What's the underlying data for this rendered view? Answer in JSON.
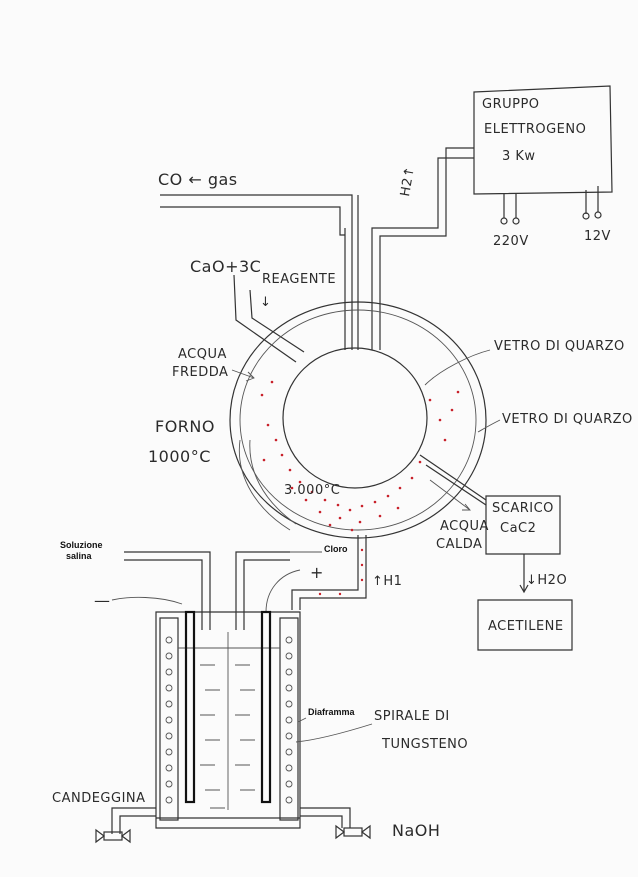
{
  "labels": {
    "co_gas": "CO ← gas",
    "h2": "H2↑",
    "generator_line1": "GRUPPO",
    "generator_line2": "ELETTROGENO",
    "generator_line3": "3 Kw",
    "volt_220": "220V",
    "volt_12": "12V",
    "cao_3c": "CaO+3C",
    "reagente": "REAGENTE",
    "reagente_arrow": "↓",
    "acqua_fredda_1": "ACQUA",
    "acqua_fredda_2": "FREDDA",
    "vetro_quarzo_inner": "VETRO DI QUARZO",
    "vetro_quarzo_outer": "VETRO DI QUARZO",
    "forno_1": "FORNO",
    "forno_2": "1000°C",
    "temp_3000": "3.000°C",
    "scarico_1": "SCARICO",
    "scarico_2": "CaC2",
    "acqua_calda_1": "ACQUA",
    "acqua_calda_2": "CALDA",
    "h2o": "↓H2O",
    "acetilene": "ACETILENE",
    "soluzione_1": "Soluzione",
    "soluzione_2": "salina",
    "cloro": "Cloro",
    "h1": "↑H1",
    "plus": "+",
    "minus": "—",
    "diaframma": "Diaframma",
    "spirale_1": "SPIRALE DI",
    "spirale_2": "TUNGSTENO",
    "candeggina": "CANDEGGINA",
    "naoh": "NaOH"
  },
  "colors": {
    "ink": "#333333",
    "dots": "#c8202a",
    "paper": "#fbfbfb"
  }
}
